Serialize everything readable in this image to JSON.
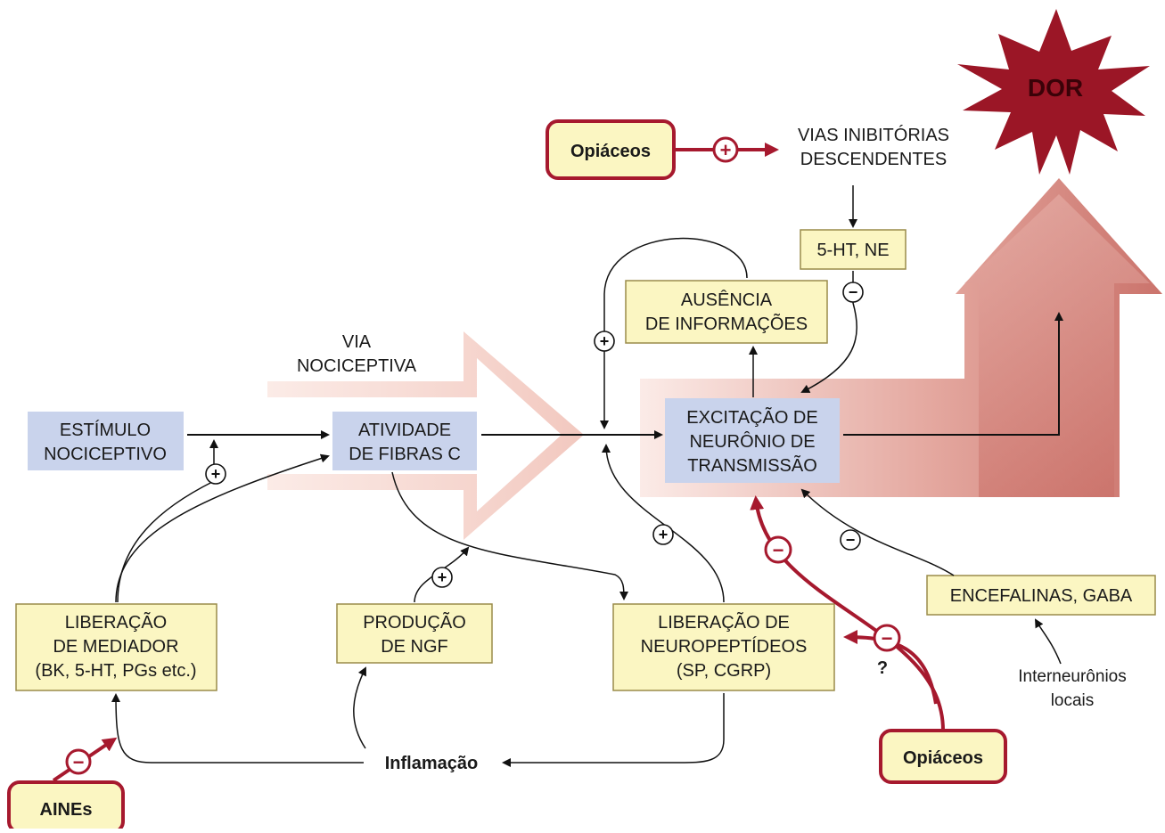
{
  "colors": {
    "red": "#a6192e",
    "pale_yellow": "#fbf6c2",
    "pale_blue": "#c9d3ec",
    "pathway_arrow_light": "#f6d6cf",
    "transmission_arrow": "#c9706a"
  },
  "labels": {
    "dor": "DOR",
    "via_nociceptiva": [
      "VIA",
      "NOCICEPTIVA"
    ],
    "estimulo": [
      "ESTÍMULO",
      "NOCICEPTIVO"
    ],
    "atividade": [
      "ATIVIDADE",
      "DE FIBRAS C"
    ],
    "excitacao": [
      "EXCITAÇÃO DE",
      "NEURÔNIO DE",
      "TRANSMISSÃO"
    ],
    "ausencia": [
      "AUSÊNCIA",
      "DE INFORMAÇÕES"
    ],
    "ht_ne": "5-HT, NE",
    "vias_inibitorias": [
      "VIAS INIBITÓRIAS",
      "DESCENDENTES"
    ],
    "opiaceos_top": "Opiáceos",
    "opiaceos_bottom": "Opiáceos",
    "encefalinas": "ENCEFALINAS, GABA",
    "interneuronios": [
      "Interneurônios",
      "locais"
    ],
    "liberacao_mediador": [
      "LIBERAÇÃO",
      "DE MEDIADOR",
      "(BK, 5-HT, PGs etc.)"
    ],
    "producao_ngf": [
      "PRODUÇÃO",
      "DE NGF"
    ],
    "liberacao_neuropeptideos": [
      "LIBERAÇÃO DE",
      "NEUROPEPTÍDEOS",
      "(SP, CGRP)"
    ],
    "inflamacao": "Inflamação",
    "aines": "AINEs",
    "question": "?"
  },
  "signs": {
    "plus": "+",
    "minus": "−"
  }
}
